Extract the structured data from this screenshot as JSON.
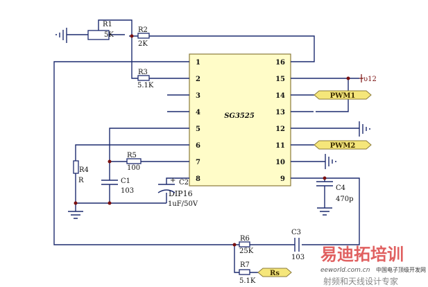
{
  "chip": {
    "name": "SG3525",
    "package": "DIP16",
    "left_pins": [
      "1",
      "2",
      "3",
      "4",
      "5",
      "6",
      "7",
      "8"
    ],
    "right_pins": [
      "16",
      "15",
      "14",
      "13",
      "12",
      "11",
      "10",
      "9"
    ],
    "fill_color": "#fffcc8"
  },
  "components": {
    "r1": {
      "ref": "R1",
      "value": "5K"
    },
    "r2": {
      "ref": "R2",
      "value": "2K"
    },
    "r3": {
      "ref": "R3",
      "value": "5.1K"
    },
    "r4": {
      "ref": "R4",
      "value": "R"
    },
    "r5": {
      "ref": "R5",
      "value": "100"
    },
    "r6": {
      "ref": "R6",
      "value": "25K"
    },
    "r7": {
      "ref": "R7",
      "value": "5.1K"
    },
    "c1": {
      "ref": "C1",
      "value": "103"
    },
    "c2": {
      "ref": "C2",
      "value": "1uF/50V",
      "polarity": "+"
    },
    "c3": {
      "ref": "C3",
      "value": "103"
    },
    "c4": {
      "ref": "C4",
      "value": "470p"
    }
  },
  "nets": {
    "vcc": "υ12",
    "pwm1": "PWM1",
    "pwm2": "PWM2",
    "rs": "Rs"
  },
  "colors": {
    "wire": "#1c2a6e",
    "node": "#7a1010",
    "tag": "#f5e67a"
  },
  "watermark": {
    "brand": "易迪拓培训",
    "slogan": "射频和天线设计专家",
    "site": "eeworld.com.cn",
    "site_name": "中国电子顶级开发网"
  }
}
